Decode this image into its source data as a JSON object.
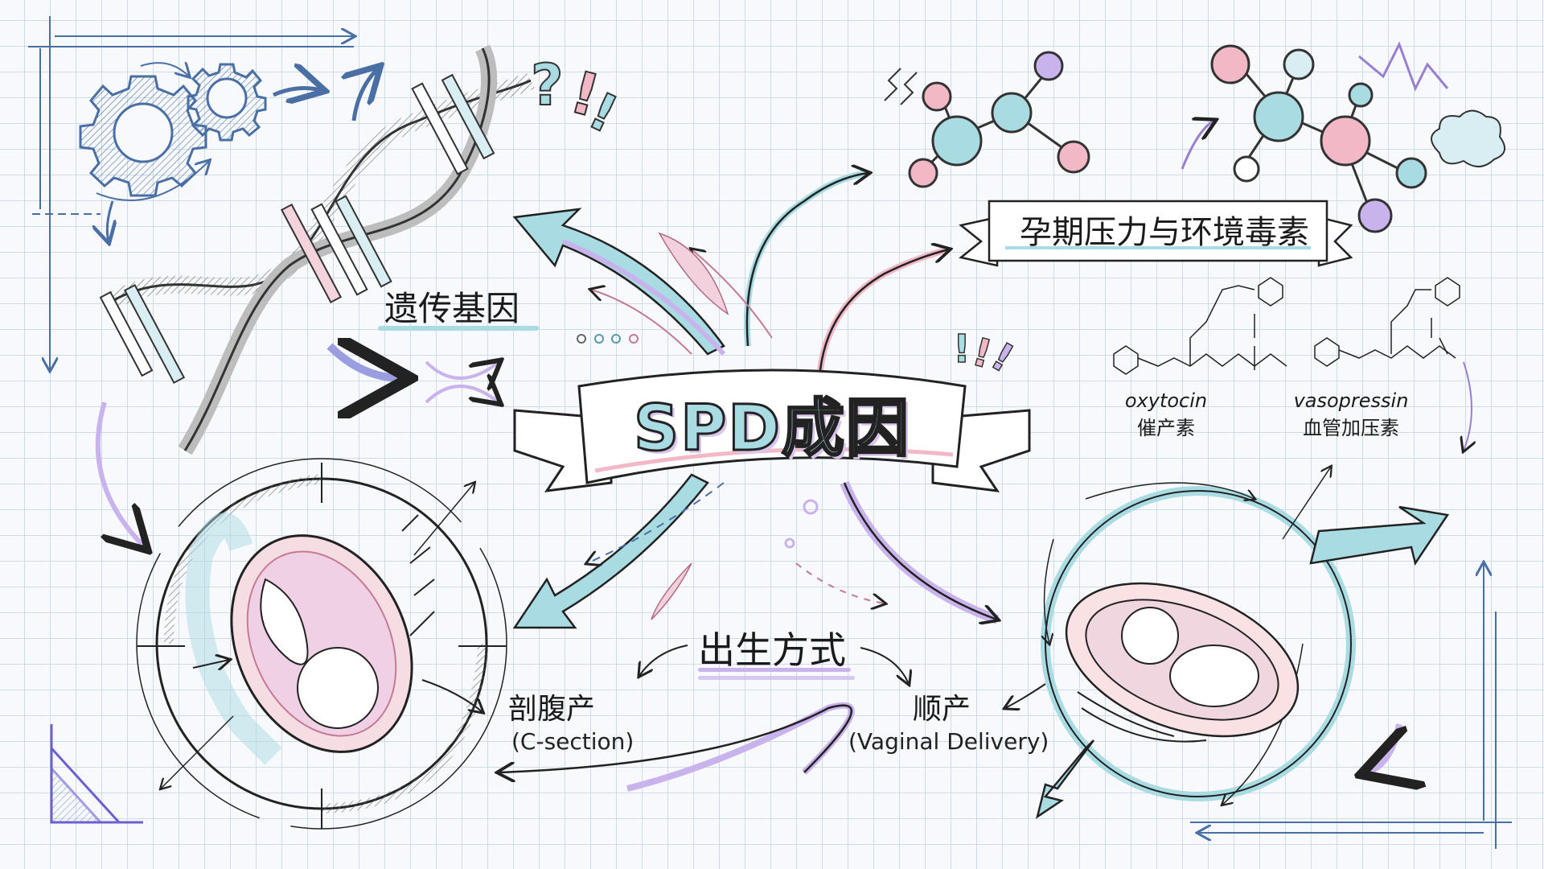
{
  "diagram": {
    "title": "SPD成因",
    "colors": {
      "background": "#f7f9fc",
      "grid": "#cfdbe6",
      "teal": "#a9dbe3",
      "pink": "#f2b8c6",
      "lavender": "#c9b3ec",
      "blueprint": "#4a6fa5",
      "ink": "#222222"
    },
    "nodes": {
      "genetics": {
        "label": "遗传基因"
      },
      "stress": {
        "label": "孕期压力与环境毒素"
      },
      "birth_mode": {
        "label": "出生方式",
        "children": [
          {
            "label": "剖腹产",
            "sublabel": "(C-section)"
          },
          {
            "label": "顺产",
            "sublabel": "(Vaginal Delivery)"
          }
        ]
      }
    },
    "molecules": [
      {
        "name": "oxytocin",
        "name_cn": "催产素"
      },
      {
        "name": "vasopressin",
        "name_cn": "血管加压素"
      }
    ],
    "icons": [
      "gear-icon",
      "dna-helix-icon",
      "question-mark-icon",
      "exclamation-icon",
      "molecule-icon",
      "fetus-icon",
      "cloud-icon",
      "feather-icon",
      "crossover-arrow-icon"
    ]
  }
}
